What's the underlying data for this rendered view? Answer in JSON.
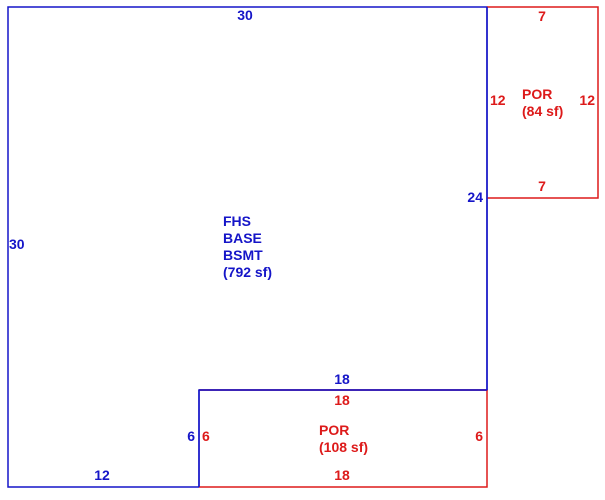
{
  "colors": {
    "main": "#1515c8",
    "porch": "#dd1a1a",
    "background": "#ffffff"
  },
  "main_area": {
    "name_line1": "FHS",
    "name_line2": "BASE",
    "name_line3": "BSMT",
    "area": "(792 sf)",
    "dim_top": "30",
    "dim_left": "30",
    "dim_right": "24",
    "dim_notch_top": "18",
    "dim_notch_side": "6",
    "dim_bottom": "12"
  },
  "porch_right": {
    "name": "POR",
    "area": "(84 sf)",
    "dim_top": "7",
    "dim_left": "12",
    "dim_right": "12",
    "dim_bottom": "7"
  },
  "porch_bottom": {
    "name": "POR",
    "area": "(108 sf)",
    "dim_top": "18",
    "dim_left": "6",
    "dim_right": "6",
    "dim_bottom": "18"
  }
}
